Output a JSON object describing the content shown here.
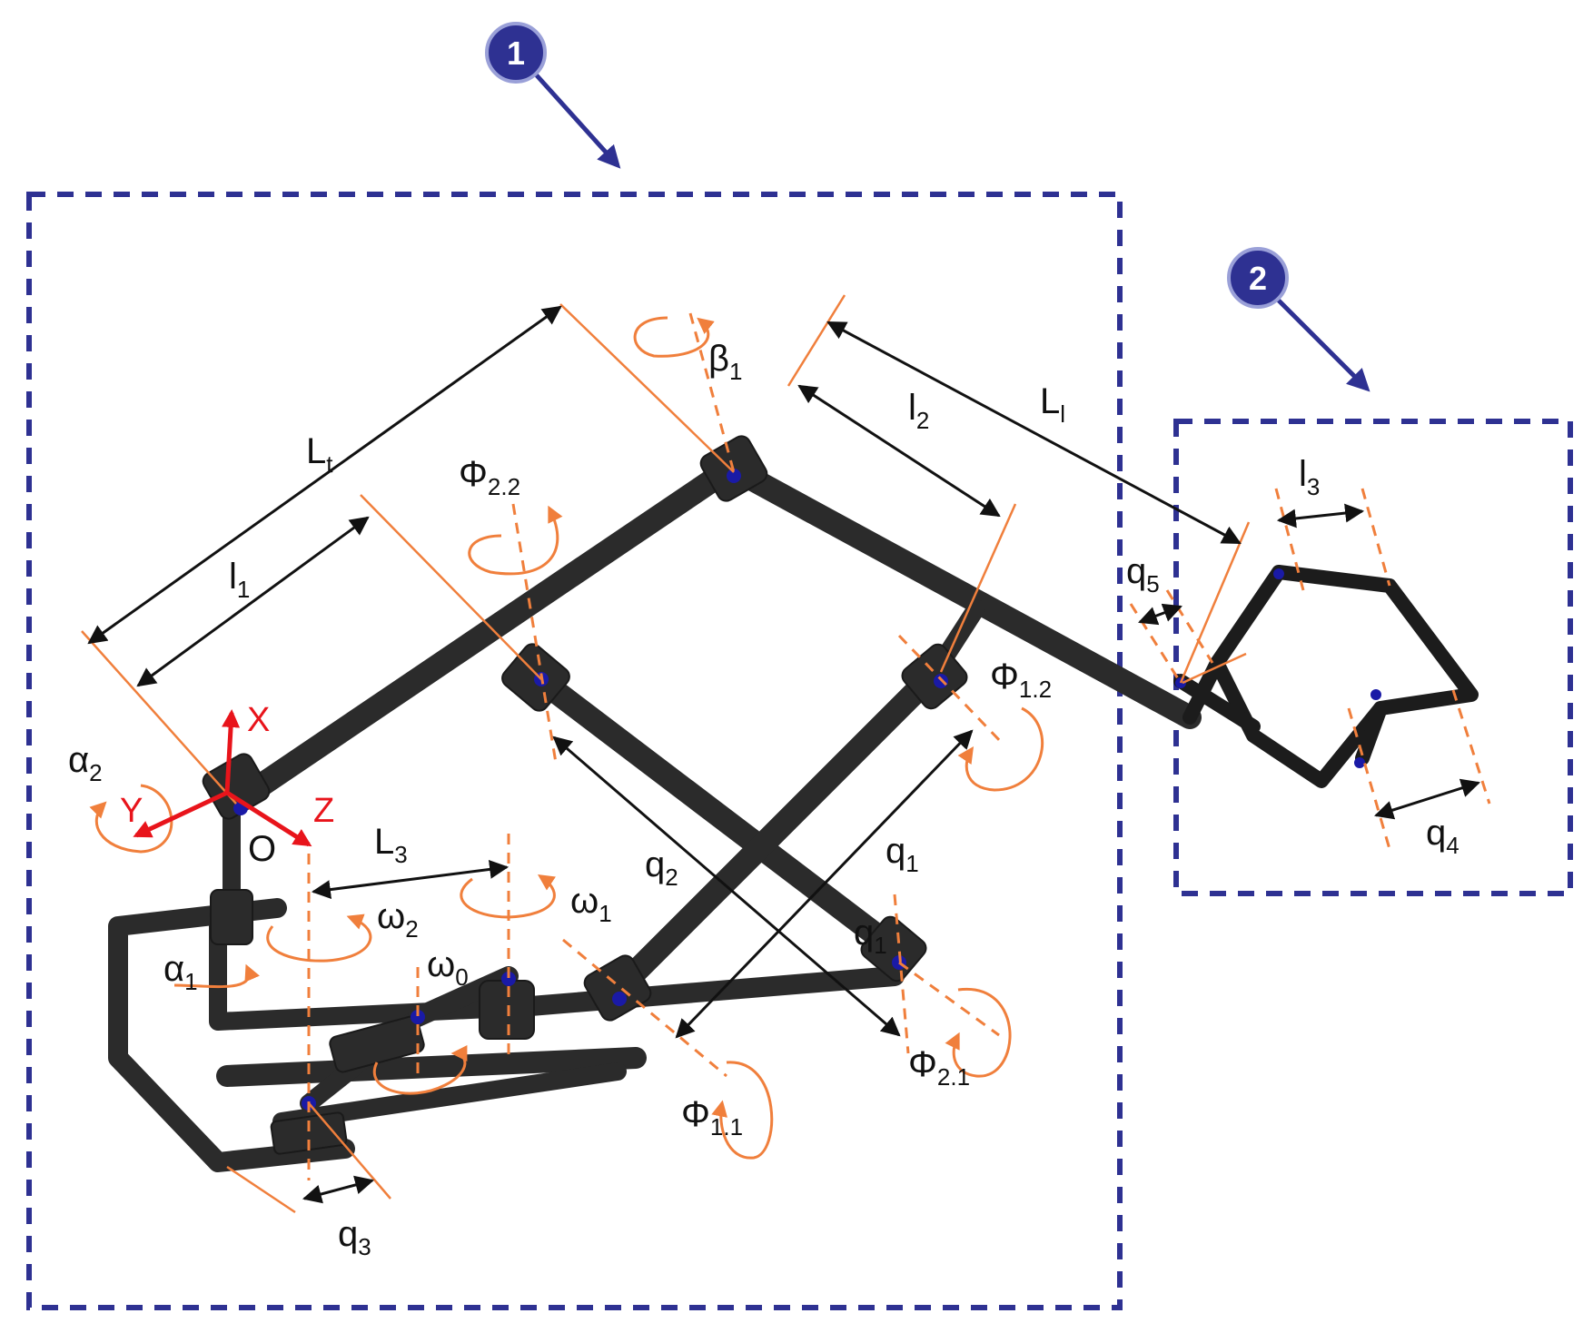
{
  "badges": [
    "1",
    "2"
  ],
  "labels": {
    "Lt": {
      "main": "L",
      "sub": "t"
    },
    "l1": {
      "main": "l",
      "sub": "1"
    },
    "l2": {
      "main": "l",
      "sub": "2"
    },
    "Ll": {
      "main": "L",
      "sub": "l"
    },
    "l3": {
      "main": "l",
      "sub": "3"
    },
    "L3": {
      "main": "L",
      "sub": "3"
    },
    "beta1": {
      "main": "β",
      "sub": "1"
    },
    "phi22": {
      "main": "Φ",
      "sub": "2.2"
    },
    "phi12": {
      "main": "Φ",
      "sub": "1.2"
    },
    "phi11": {
      "main": "Φ",
      "sub": "1.1"
    },
    "phi21": {
      "main": "Φ",
      "sub": "2.1"
    },
    "q1a": {
      "main": "q",
      "sub": "1"
    },
    "q1b": {
      "main": "q",
      "sub": "1"
    },
    "q2": {
      "main": "q",
      "sub": "2"
    },
    "q3": {
      "main": "q",
      "sub": "3"
    },
    "q4": {
      "main": "q",
      "sub": "4"
    },
    "q5": {
      "main": "q",
      "sub": "5"
    },
    "omega0": {
      "main": "ω",
      "sub": "0"
    },
    "omega1": {
      "main": "ω",
      "sub": "1"
    },
    "omega2": {
      "main": "ω",
      "sub": "2"
    },
    "alpha1": {
      "main": "α",
      "sub": "1"
    },
    "alpha2": {
      "main": "α",
      "sub": "2"
    }
  },
  "axes": {
    "x": "X",
    "y": "Y",
    "z": "Z",
    "origin": "O"
  },
  "colors": {
    "frame": "#2e3192",
    "badge": "#2e3192",
    "annotation": "#f07f3c",
    "axis": "#e8141b",
    "structure": "#2b2b2b",
    "joint": "#1a1aa6",
    "dimension": "#111111"
  }
}
